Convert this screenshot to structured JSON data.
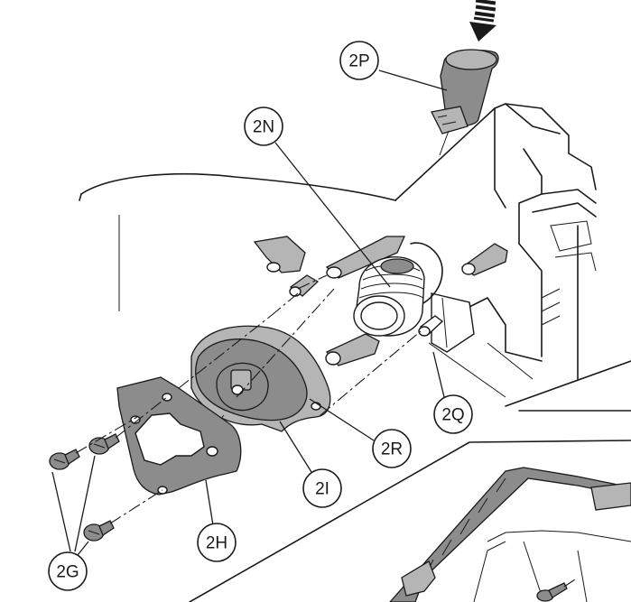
{
  "callouts": {
    "2P": "2P",
    "2N": "2N",
    "2Q": "2Q",
    "2R": "2R",
    "2I": "2I",
    "2H": "2H",
    "2G": "2G"
  },
  "colors": {
    "line": "#1a1a1a",
    "part_dark": "#8c8c8c",
    "part_light": "#b5b5b5",
    "background": "#ffffff"
  },
  "icons": {
    "insert_direction": "down-arrow-icon"
  }
}
